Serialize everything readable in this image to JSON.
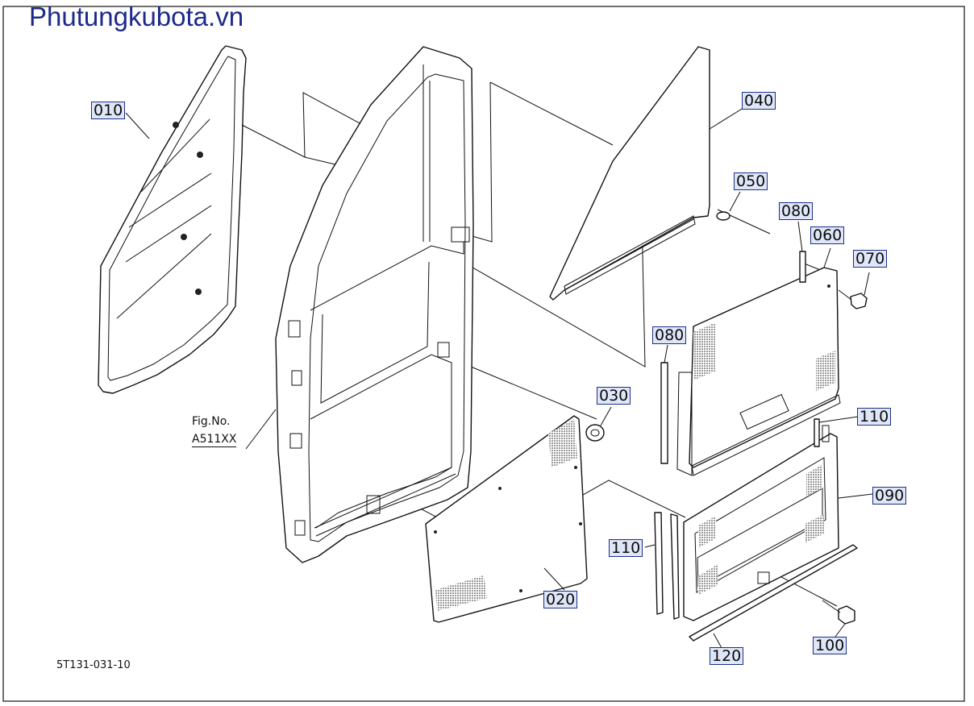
{
  "site": {
    "title": "Phutungkubota.vn"
  },
  "drawing": {
    "number": "5T131-031-10"
  },
  "figure_ref": {
    "label": "Fig.No.",
    "model": "A511XX"
  },
  "callouts": [
    {
      "id": "c010",
      "text": "010"
    },
    {
      "id": "c020",
      "text": "020"
    },
    {
      "id": "c030",
      "text": "030"
    },
    {
      "id": "c040",
      "text": "040"
    },
    {
      "id": "c050",
      "text": "050"
    },
    {
      "id": "c060",
      "text": "060"
    },
    {
      "id": "c070",
      "text": "070"
    },
    {
      "id": "c080a",
      "text": "080"
    },
    {
      "id": "c080b",
      "text": "080"
    },
    {
      "id": "c090",
      "text": "090"
    },
    {
      "id": "c100",
      "text": "100"
    },
    {
      "id": "c110a",
      "text": "110"
    },
    {
      "id": "c110b",
      "text": "110"
    },
    {
      "id": "c120",
      "text": "120"
    }
  ],
  "colors": {
    "site_title": "#1d2a8c",
    "callout_fill": "#dfe6f7",
    "callout_border": "#1c2f8a"
  }
}
